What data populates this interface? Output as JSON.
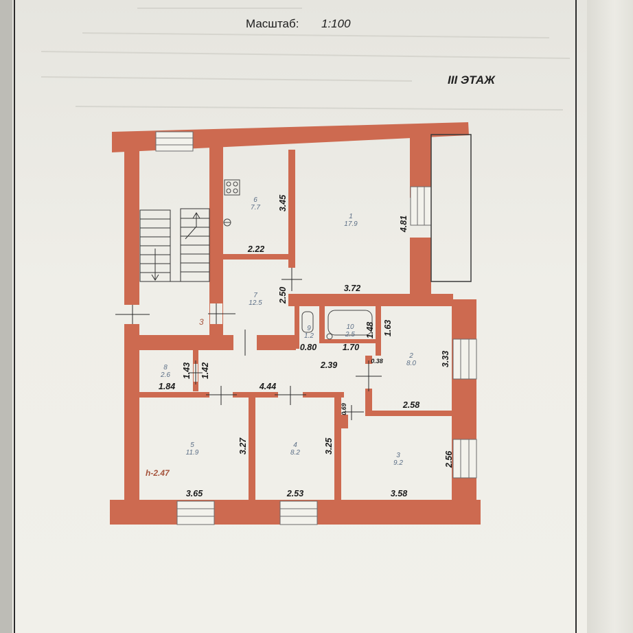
{
  "scale": {
    "label": "Масштаб:",
    "value": "1:100"
  },
  "floor_title": "III ЭТАЖ",
  "height_label": "h-2.47",
  "stair_number": "3",
  "rooms": [
    {
      "num": "1",
      "area": "17.9"
    },
    {
      "num": "2",
      "area": "8.0"
    },
    {
      "num": "3",
      "area": "9.2"
    },
    {
      "num": "4",
      "area": "8.2"
    },
    {
      "num": "5",
      "area": "11.9"
    },
    {
      "num": "6",
      "area": "7.7"
    },
    {
      "num": "7",
      "area": "12.5"
    },
    {
      "num": "8",
      "area": "2.6"
    },
    {
      "num": "9",
      "area": "1.2"
    },
    {
      "num": "10",
      "area": "2.5"
    }
  ],
  "dimensions": {
    "d6_v": "3.45",
    "d6_h": "2.22",
    "d1_v": "4.81",
    "d1_h": "3.72",
    "d7_v": "2.50",
    "d9_h": "0.80",
    "d10_v": "1.48",
    "d10_h": "1.70",
    "d2_v1": "1.63",
    "d2_v2": "3.33",
    "d2_h": "2.58",
    "corr_h": "2.39",
    "small_038": "0.38",
    "d8_v1": "1.43",
    "d8_v2": "1.42",
    "d8_h": "1.84",
    "hall_h": "4.44",
    "small_069": "0.69",
    "d5_v": "3.27",
    "d5_h": "3.65",
    "d4_v": "3.25",
    "d4_h": "2.53",
    "d3_v": "2.56",
    "d3_h": "3.58"
  },
  "colors": {
    "wall": "#cd6a50",
    "room_text": "#5b6e86",
    "line": "#2a2a2a"
  }
}
